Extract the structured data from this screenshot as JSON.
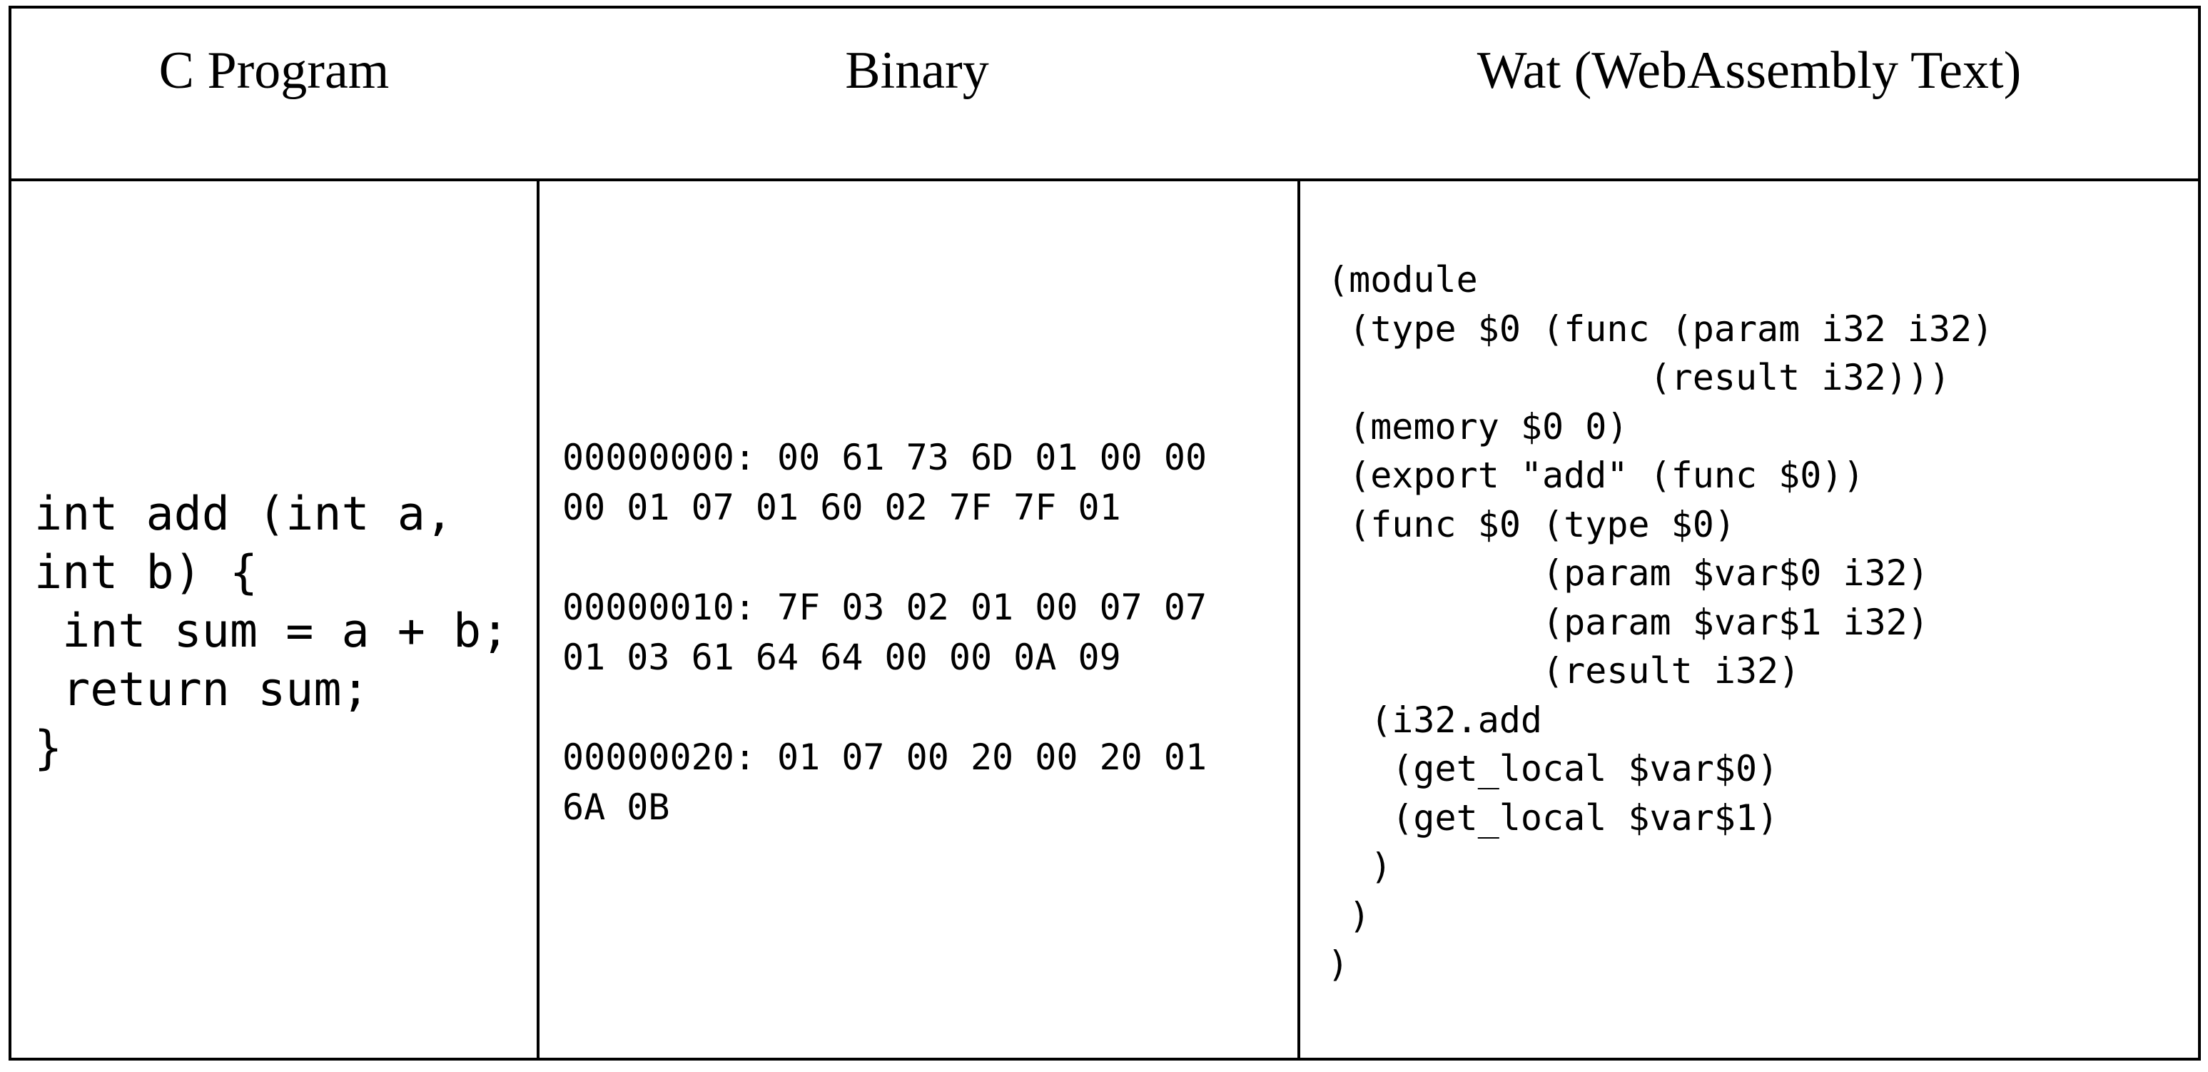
{
  "table": {
    "headers": {
      "c_program": "C Program",
      "binary": "Binary",
      "wat": "Wat (WebAssembly Text)"
    },
    "c_code": "int add (int a,\nint b) {\n int sum = a + b;\n return sum;\n}",
    "binary_code": "00000000: 00 61 73 6D 01 00 00\n00 01 07 01 60 02 7F 7F 01\n\n00000010: 7F 03 02 01 00 07 07\n01 03 61 64 64 00 00 0A 09\n\n00000020: 01 07 00 20 00 20 01\n6A 0B",
    "wat_code": "(module\n (type $0 (func (param i32 i32)\n               (result i32)))\n (memory $0 0)\n (export \"add\" (func $0))\n (func $0 (type $0)\n          (param $var$0 i32)\n          (param $var$1 i32)\n          (result i32)\n  (i32.add\n   (get_local $var$0)\n   (get_local $var$1)\n  )\n )\n)"
  }
}
